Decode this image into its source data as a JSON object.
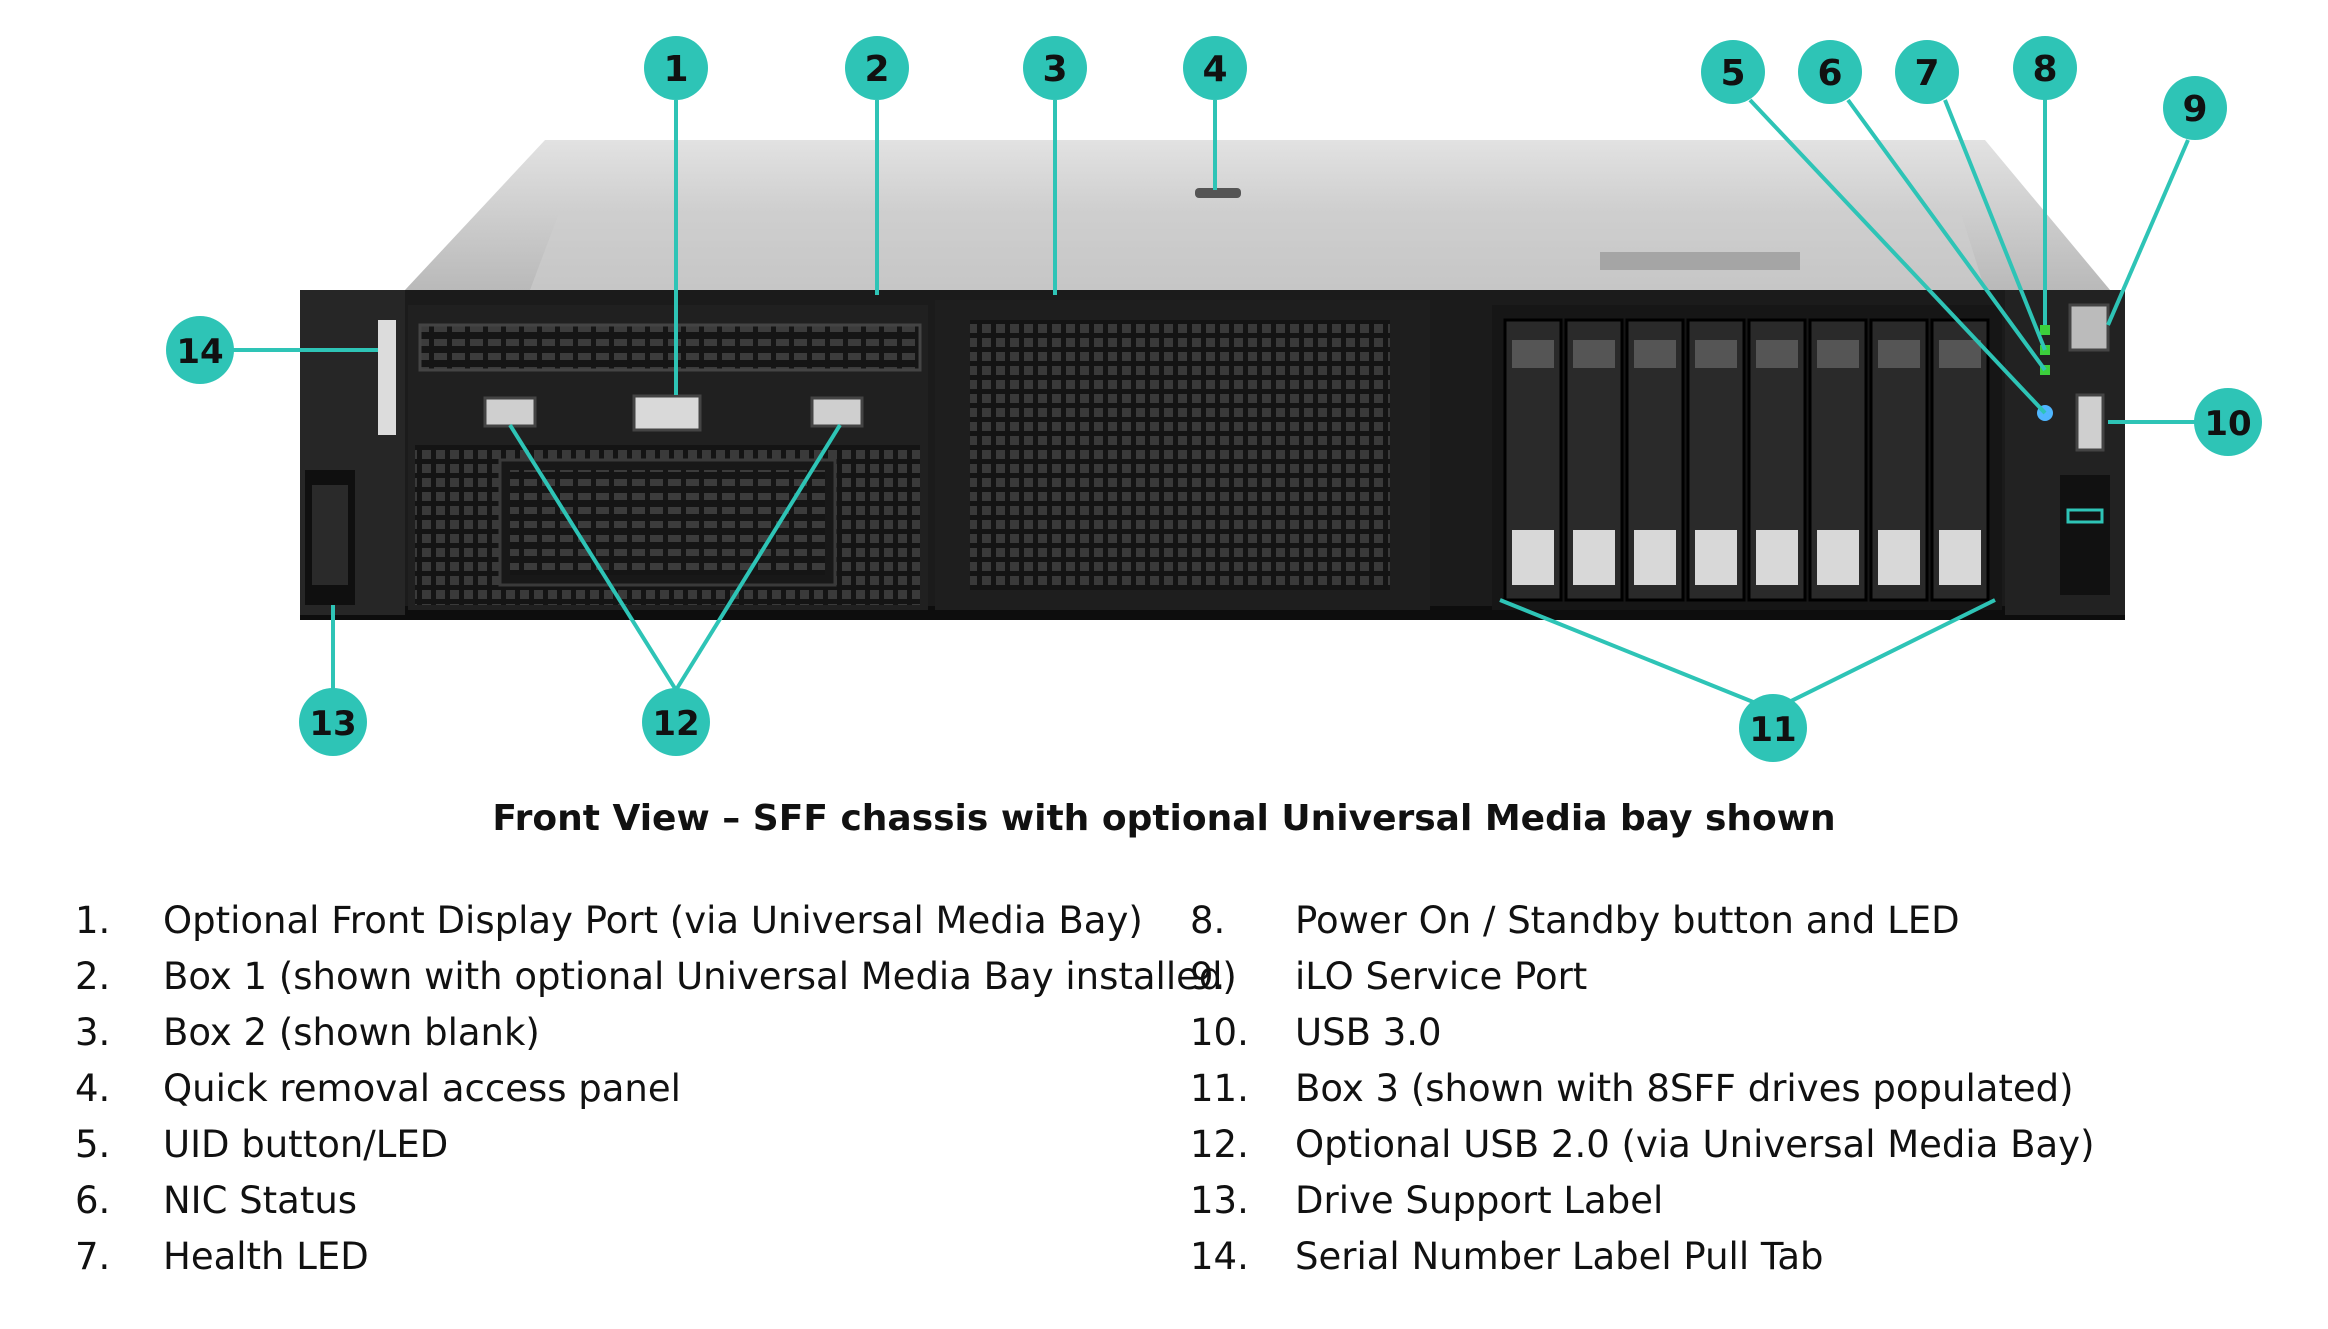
{
  "caption": "Front View – SFF chassis with optional Universal Media bay shown",
  "callouts": [
    {
      "num": "1"
    },
    {
      "num": "2"
    },
    {
      "num": "3"
    },
    {
      "num": "4"
    },
    {
      "num": "5"
    },
    {
      "num": "6"
    },
    {
      "num": "7"
    },
    {
      "num": "8"
    },
    {
      "num": "9"
    },
    {
      "num": "10"
    },
    {
      "num": "11"
    },
    {
      "num": "12"
    },
    {
      "num": "13"
    },
    {
      "num": "14"
    }
  ],
  "legend_left": [
    {
      "num": "1.",
      "text": "Optional Front Display Port (via Universal Media Bay)"
    },
    {
      "num": "2.",
      "text": "Box 1 (shown with optional Universal Media Bay installed)"
    },
    {
      "num": "3.",
      "text": "Box 2 (shown blank)"
    },
    {
      "num": "4.",
      "text": "Quick removal access panel"
    },
    {
      "num": "5.",
      "text": "UID button/LED"
    },
    {
      "num": "6.",
      "text": "NIC Status"
    },
    {
      "num": "7.",
      "text": "Health LED"
    }
  ],
  "legend_right": [
    {
      "num": "8.",
      "text": "Power On / Standby button and LED"
    },
    {
      "num": "9.",
      "text": "iLO Service Port"
    },
    {
      "num": "10.",
      "text": "USB 3.0"
    },
    {
      "num": "11.",
      "text": "Box 3  (shown with 8SFF drives populated)"
    },
    {
      "num": "12.",
      "text": "Optional USB 2.0 (via Universal Media Bay)"
    },
    {
      "num": "13.",
      "text": "Drive Support Label"
    },
    {
      "num": "14.",
      "text": "Serial Number Label Pull Tab"
    }
  ],
  "colors": {
    "callout": "#2ec4b6",
    "chassis": "#1c1c1c",
    "top": "#c9c9c9"
  }
}
